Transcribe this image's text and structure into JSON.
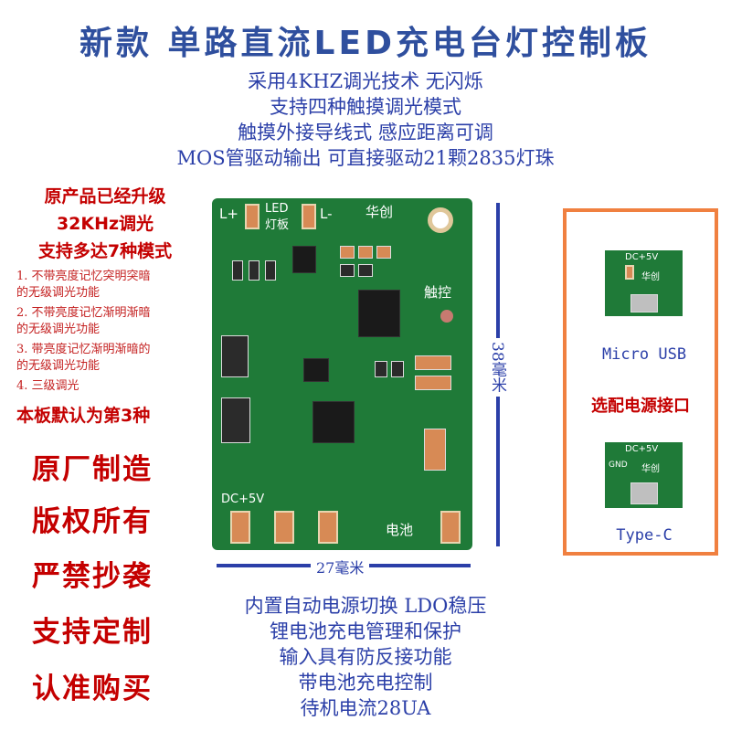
{
  "title": "新款 单路直流LED充电台灯控制板",
  "features_top": [
    "采用4KHZ调光技术 无闪烁",
    "支持四种触摸调光模式",
    "触摸外接导线式 感应距离可调",
    "MOS管驱动输出 可直接驱动21颗2835灯珠"
  ],
  "upgrade": [
    "原产品已经升级",
    "32KHz调光",
    "支持多达7种模式"
  ],
  "modes": [
    "1. 不带亮度记忆突明突暗",
    "的无级调光功能",
    "2. 不带亮度记忆渐明渐暗",
    "的无级调光功能",
    "3. 带亮度记忆渐明渐暗的",
    "的无级调光功能",
    "4. 三级调光"
  ],
  "default_note": "本板默认为第3种",
  "slogans": [
    "原厂制造",
    "版权所有",
    "严禁抄袭",
    "支持定制",
    "认准购买"
  ],
  "board_labels": {
    "lplus": "L+",
    "led": "LED",
    "lamp": "灯板",
    "lminus": "L-",
    "brand": "华创",
    "touch": "触控",
    "dc": "DC+5V",
    "battery": "电池"
  },
  "dim_height": "38毫米",
  "dim_width": "27毫米",
  "features_bottom": [
    "内置自动电源切换 LDO稳压",
    "锂电池充电管理和保护",
    "输入具有防反接功能",
    "带电池充电控制",
    "待机电流28UA"
  ],
  "power_options": {
    "micro_usb": "Micro USB",
    "optional": "选配电源接口",
    "type_c": "Type-C",
    "mini_dc": "DC+5V",
    "mini_brand": "华创",
    "mini_gnd": "GND"
  }
}
